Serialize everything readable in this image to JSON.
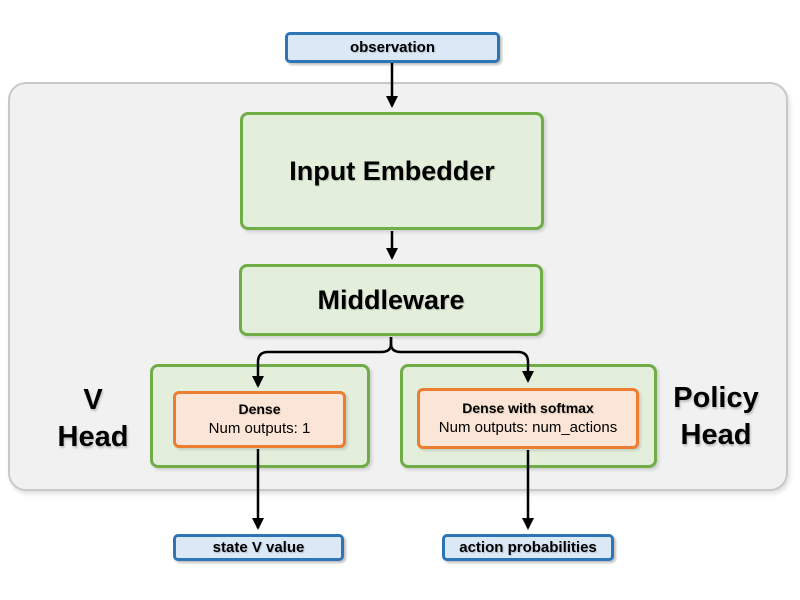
{
  "diagram": {
    "observation": "observation",
    "input_embedder": "Input Embedder",
    "middleware": "Middleware",
    "v_head": {
      "title_line1": "V",
      "title_line2": "Head",
      "dense_title": "Dense",
      "dense_outputs": "Num outputs: 1",
      "output": "state V value"
    },
    "policy_head": {
      "title_line1": "Policy",
      "title_line2": "Head",
      "dense_title": "Dense with softmax",
      "dense_outputs": "Num outputs: num_actions",
      "output": "action probabilities"
    },
    "colors": {
      "blue_border": "#2e75b6",
      "blue_fill": "#dbe9f7",
      "green_border": "#70ad47",
      "green_fill": "#e3efdb",
      "orange_border": "#ed7d31",
      "orange_fill": "#fbe5d6",
      "container_fill": "#f1f1f2",
      "container_border": "#c8c8c8",
      "arrow": "#000000"
    }
  }
}
